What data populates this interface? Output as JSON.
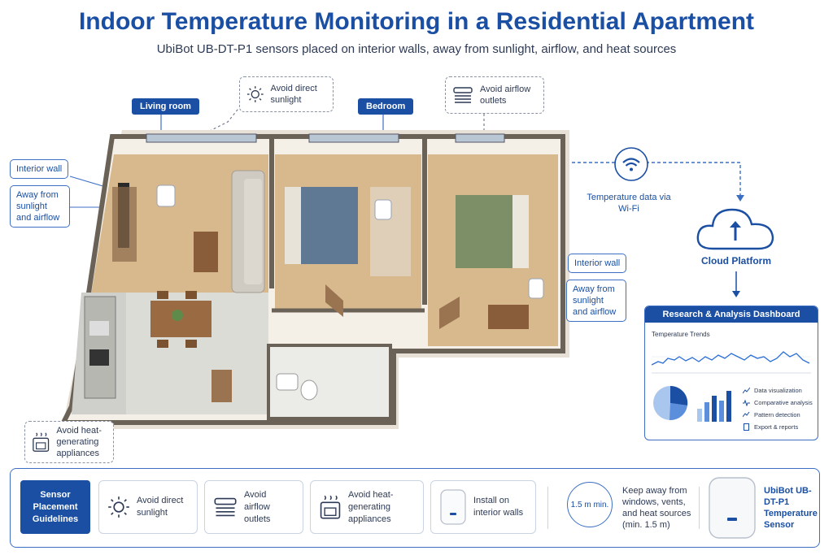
{
  "header": {
    "title": "Indoor Temperature Monitoring in a Residential Apartment",
    "subtitle": "UbiBot UB-DT-P1 sensors placed on interior walls, away from sunlight, airflow, and heat sources"
  },
  "plan_labels": {
    "living_room": "Living room",
    "bedroom": "Bedroom",
    "avoid_sunlight": "Avoid direct sunlight",
    "avoid_airflow": "Avoid airflow outlets",
    "interior_wall_left": "Interior wall",
    "away_left": "Away from sunlight and airflow",
    "interior_wall_right": "Interior wall",
    "away_right": "Away from sunlight and airflow",
    "avoid_heat": "Avoid heat-generating appliances"
  },
  "network": {
    "wifi_label": "Temperature data via Wi-Fi",
    "cloud_label": "Cloud Platform"
  },
  "dashboard": {
    "title": "Research & Analysis Dashboard",
    "trend_title": "Temperature Trends",
    "features": [
      "Data visualization",
      "Comparative analysis",
      "Pattern detection",
      "Export & reports"
    ]
  },
  "guidelines": {
    "heading": "Sensor Placement Guidelines",
    "sunlight": "Avoid direct sunlight",
    "airflow": "Avoid airflow outlets",
    "heat": "Avoid heat-generating appliances",
    "walls": "Install on interior walls",
    "distance": "1.5 m min.",
    "keep_away": "Keep away from windows, vents, and heat sources (min. 1.5 m)",
    "sensor_name": "UbiBot UB-DT-P1 Temperature Sensor"
  },
  "colors": {
    "primary": "#1a4fa3",
    "accent": "#3c6fc4",
    "floor": "#d8b98e",
    "wall": "#f4efe7"
  }
}
